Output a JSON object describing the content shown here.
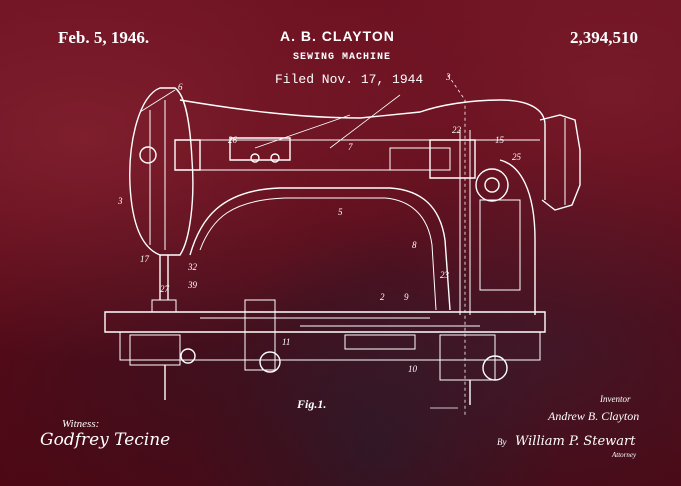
{
  "header": {
    "date": "Feb. 5, 1946.",
    "inventor_name": "A. B. CLAYTON",
    "patent_number": "2,394,510",
    "title": "SEWING MACHINE",
    "filed": "Filed Nov. 17, 1944"
  },
  "figure_label": "Fig.1.",
  "witness": {
    "label": "Witness:",
    "signature": "Godfrey Tecine"
  },
  "inventor": {
    "label": "Inventor",
    "signature": "Andrew B. Clayton"
  },
  "attorney": {
    "by": "By",
    "signature": "William P. Stewart",
    "label": "Attorney"
  },
  "reference_numerals": [
    "6",
    "26",
    "7",
    "3",
    "5",
    "8",
    "23",
    "22",
    "15",
    "25",
    "2",
    "9",
    "10",
    "11",
    "17",
    "27",
    "32",
    "39",
    "3"
  ],
  "colors": {
    "background": "#5e0c1a",
    "ink": "#ffffff"
  }
}
